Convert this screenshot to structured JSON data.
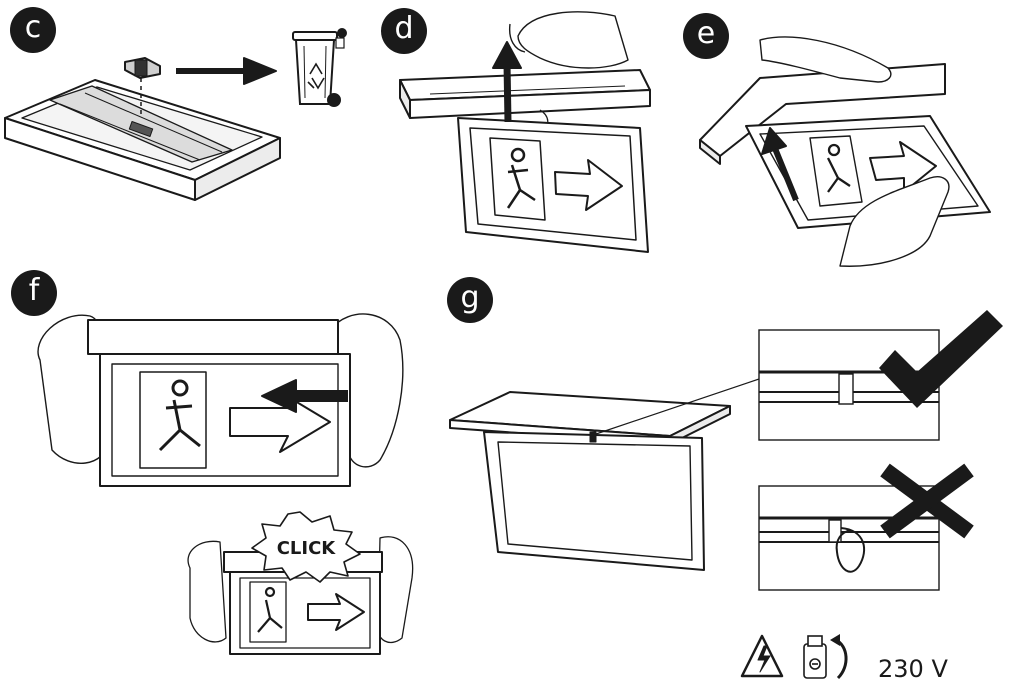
{
  "steps": {
    "c": "c",
    "d": "d",
    "e": "e",
    "f": "f",
    "g": "g"
  },
  "click_text": "CLICK",
  "voltage_text": "230 V",
  "icons": [
    "recycle-bin-icon",
    "warning-triangle-icon",
    "rotate-arrow-icon",
    "checkmark-icon",
    "cross-icon",
    "running-man-icon",
    "arrow-right-icon"
  ],
  "colors": {
    "ink": "#1a1a1a",
    "sign_fill": "#ffffff",
    "shade": "#e6e6e6"
  }
}
